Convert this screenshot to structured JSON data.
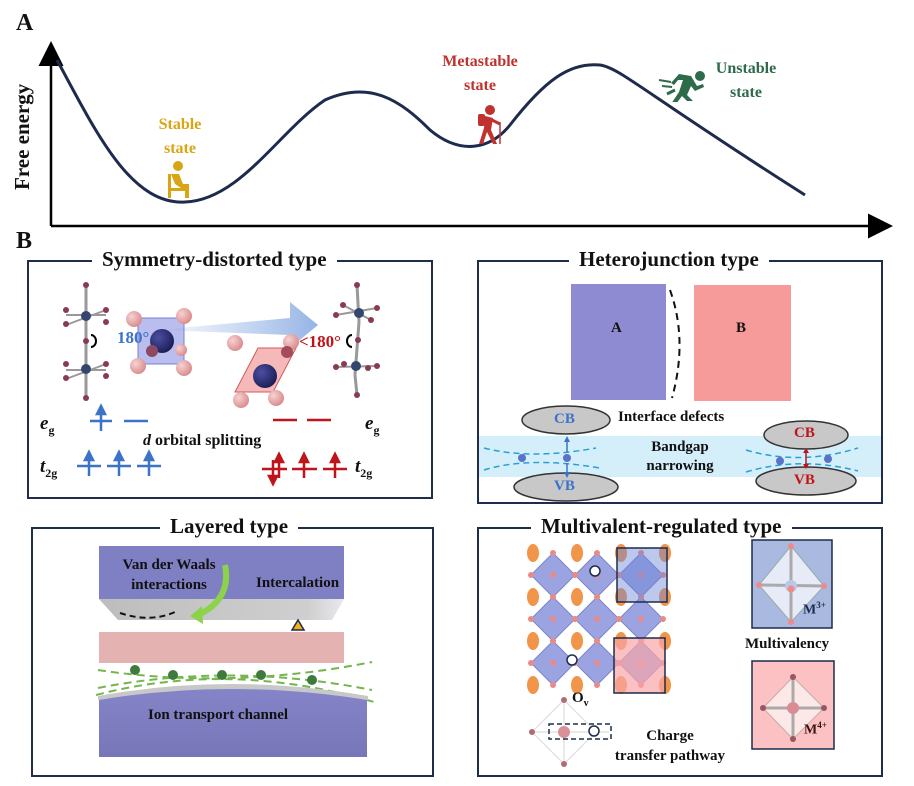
{
  "panel_a": {
    "letter": "A",
    "y_axis_label": "Free energy",
    "states": [
      {
        "line1": "Stable",
        "line2": "state",
        "color": "#d9a514",
        "icon": "sitting-person-icon"
      },
      {
        "line1": "Metastable",
        "line2": "state",
        "color": "#c0322f",
        "icon": "hiker-icon"
      },
      {
        "line1": "Unstable",
        "line2": "state",
        "color": "#2e6b4a",
        "icon": "running-person-icon"
      }
    ],
    "curve_color": "#1d2b4d"
  },
  "panel_b": {
    "letter": "B",
    "symmetry": {
      "title": "Symmetry-distorted type",
      "angle_left": "180°",
      "angle_right": "<180°",
      "eg_left": "e",
      "eg_sub": "g",
      "t2g_left": "t",
      "t2g_sub": "2g",
      "splitting_italic": "d",
      "splitting_text": " orbital splitting",
      "blue": "#3b73c8",
      "red": "#c0141b"
    },
    "heterojunction": {
      "title": "Heterojunction type",
      "block_a": "A",
      "block_b": "B",
      "interface_label": "Interface defects",
      "bandgap_line1": "Bandgap",
      "bandgap_line2": "narrowing",
      "cb": "CB",
      "vb": "VB",
      "color_a": "#8e8bd3",
      "color_b": "#f69a9a",
      "band_color": "#d4effa"
    },
    "layered": {
      "title": "Layered type",
      "vdw_line1": "Van der Waals",
      "vdw_line2": "interactions",
      "intercalation": "Intercalation",
      "ion_channel": "Ion transport channel",
      "slab_color": "#7f7fc4",
      "mid_color": "#e5b2b2"
    },
    "multivalent": {
      "title": "Multivalent-regulated type",
      "vacancy_label": "O",
      "vacancy_sub": "v",
      "charge_line1": "Charge",
      "charge_line2": "transfer pathway",
      "multivalency": "Multivalency",
      "m3": "M",
      "m3_sup": "3+",
      "m4": "M",
      "m4_sup": "4+",
      "m3_bg": "#a9b9e0",
      "m4_bg": "#fbc1c3"
    }
  }
}
